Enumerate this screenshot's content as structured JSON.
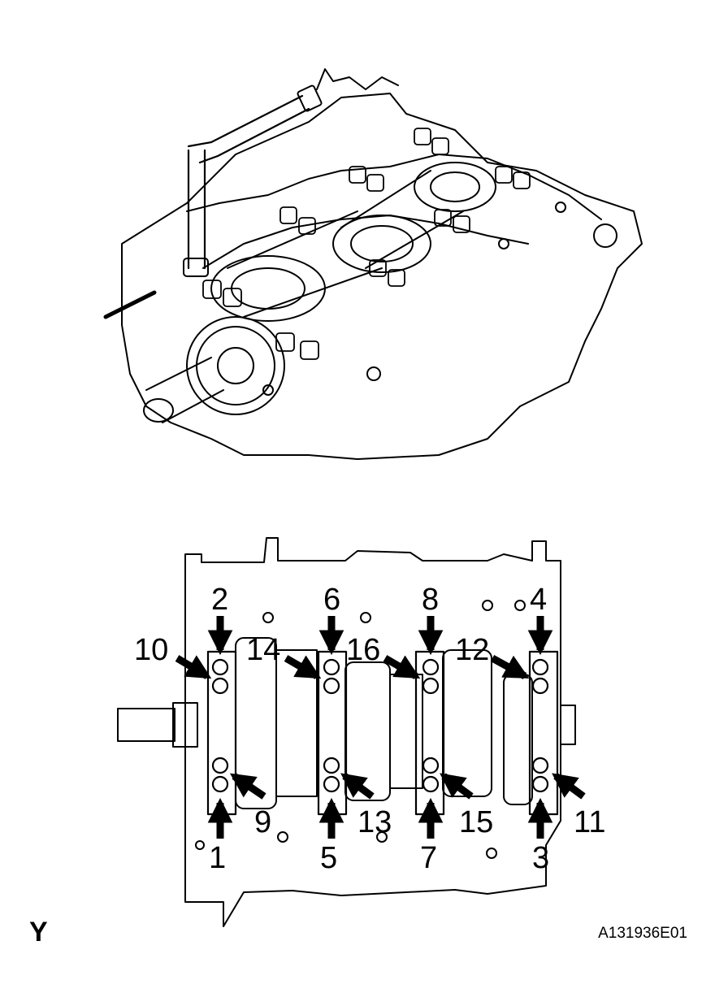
{
  "diagram": {
    "bolt_labels": [
      "1",
      "2",
      "3",
      "4",
      "5",
      "6",
      "7",
      "8",
      "9",
      "10",
      "11",
      "12",
      "13",
      "14",
      "15",
      "16"
    ],
    "corner_mark": "Y",
    "figure_id": "A131936E01"
  }
}
